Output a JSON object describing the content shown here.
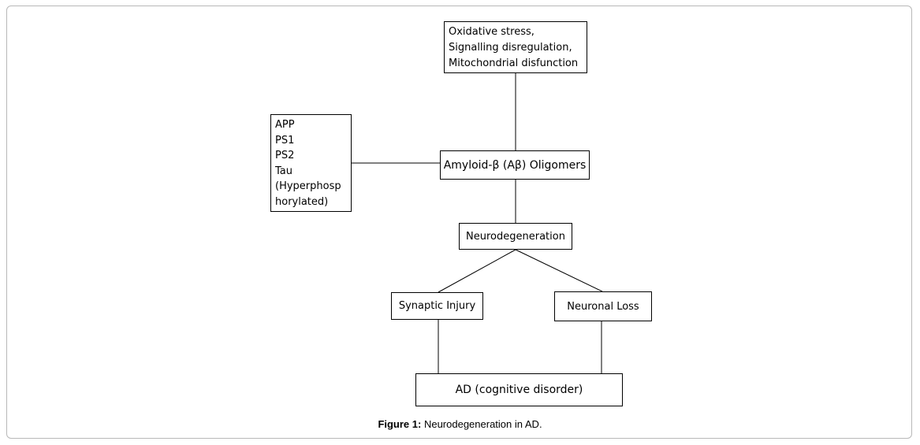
{
  "boxes": {
    "stress": {
      "lines": [
        "Oxidative stress,",
        "Signalling disregulation,",
        "Mitochondrial disfunction"
      ]
    },
    "genes": {
      "lines": [
        "APP",
        "PS1",
        "PS2",
        "Tau",
        "(Hyperphosp",
        "horylated)"
      ]
    },
    "amyloid": {
      "label": "Amyloid-β (Aβ) Oligomers"
    },
    "neurodegeneration": {
      "label": "Neurodegeneration"
    },
    "synaptic_injury": {
      "label": "Synaptic Injury"
    },
    "neuronal_loss": {
      "label": "Neuronal Loss"
    },
    "ad": {
      "label": "AD (cognitive disorder)"
    }
  },
  "caption": {
    "label": "Figure 1:",
    "text": " Neurodegeneration in AD."
  }
}
